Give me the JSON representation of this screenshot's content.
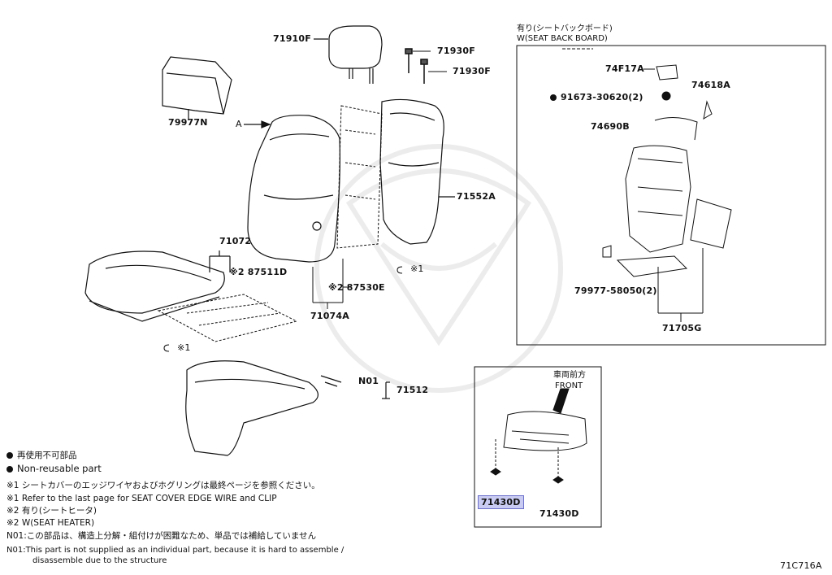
{
  "labels": {
    "p71910F": "71910F",
    "p71930F_a": "71930F",
    "p71930F_b": "71930F",
    "p79977N": "79977N",
    "arrowA": "A",
    "p71552A": "71552A",
    "p71072": "71072",
    "p87511D": "※2 87511D",
    "p87530E": "※2 87530E",
    "p71074A": "71074A",
    "clipMark1": "※1",
    "clipMark2": "※1",
    "pN01": "N01",
    "p71512": "71512",
    "p74F17A": "74F17A",
    "p91673": "91673-30620(2)",
    "p74618A": "74618A",
    "p74690B": "74690B",
    "p79977_58050": "79977-58050(2)",
    "p71705G": "71705G",
    "p71430D_hl": "71430D",
    "p71430D": "71430D",
    "diagramId": "71C716A"
  },
  "seatBackBox": {
    "title_jp": "有り(シートバックボード)",
    "title_en": "W(SEAT BACK BOARD)"
  },
  "frontBox": {
    "title_jp": "車両前方",
    "title_en": "FRONT"
  },
  "notes": {
    "nonReusable_jp": "再使用不可部品",
    "nonReusable_en": "Non-reusable part",
    "n1_jp": "※1 シートカバーのエッジワイヤおよびホグリングは最終ページを参照ください。",
    "n1_en": "※1 Refer to the last page for SEAT COVER EDGE WIRE and CLIP",
    "n2_jp": "※2 有り(シートヒータ)",
    "n2_en": "※2 W(SEAT HEATER)",
    "n01_jp": "N01:この部品は、構造上分解・組付けが困難なため、単品では補給していません",
    "n01_en_1": "N01:This part is not supplied as an individual part, because it is hard to assemble /",
    "n01_en_2": "disassemble due to the structure"
  },
  "colors": {
    "ink": "#111111",
    "highlight": "#c9cbf2",
    "watermark": "#ececec"
  }
}
